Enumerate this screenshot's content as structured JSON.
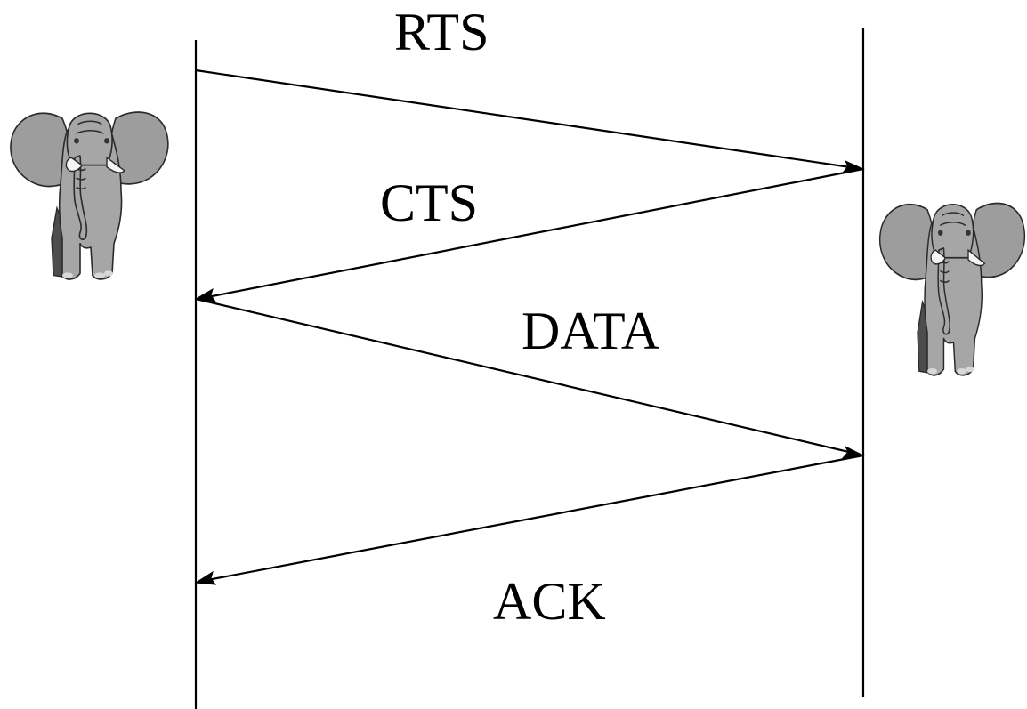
{
  "messages": [
    {
      "id": "rts",
      "label": "RTS"
    },
    {
      "id": "cts",
      "label": "CTS"
    },
    {
      "id": "data",
      "label": "DATA"
    },
    {
      "id": "ack",
      "label": "ACK"
    }
  ],
  "icons": {
    "left_node": "elephant-icon",
    "right_node": "elephant-icon"
  },
  "colors": {
    "line": "#000000",
    "elephant_body": "#a6a6a6",
    "elephant_dark": "#4d4d4d"
  }
}
